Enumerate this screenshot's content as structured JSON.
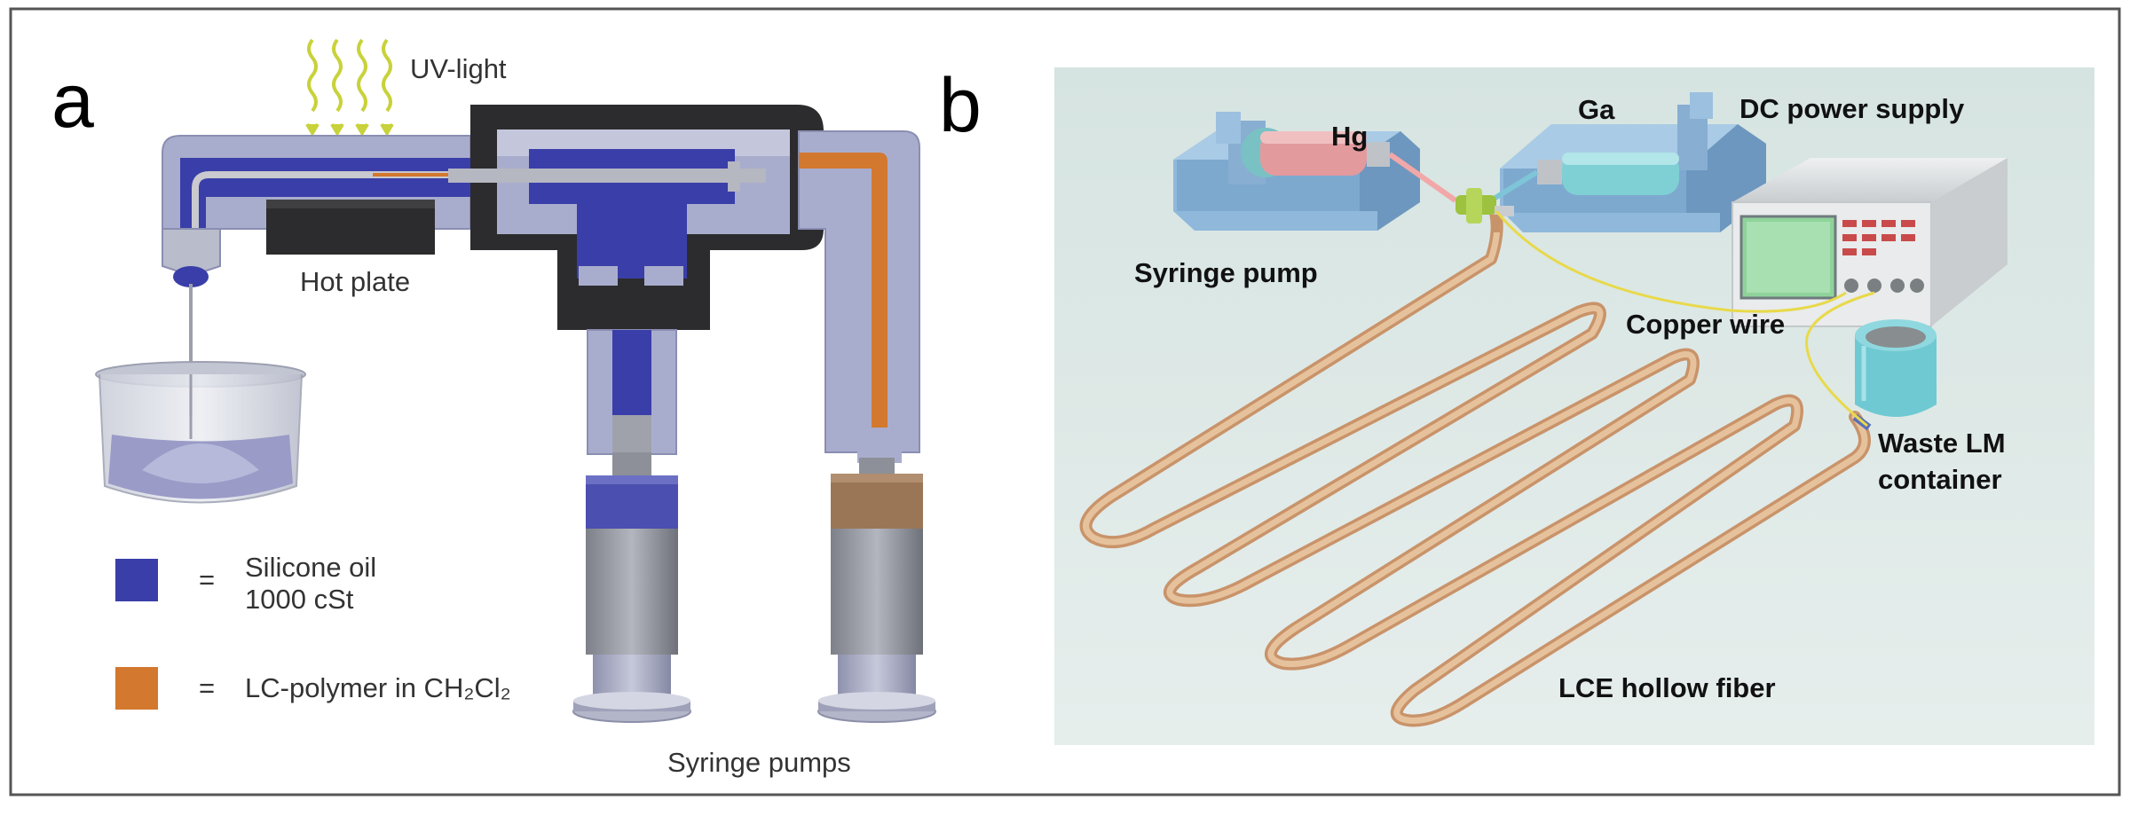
{
  "panel_a": {
    "letter": "a",
    "uv_label": "UV-light",
    "hot_plate_label": "Hot plate",
    "pumps_label": "Syringe pumps",
    "legend": [
      {
        "line1": "Silicone oil",
        "line2": "1000 cSt",
        "color": "#3a3ea8"
      },
      {
        "line1": "LC-polymer in CH₂Cl₂",
        "line2": "",
        "color": "#d2782f"
      }
    ],
    "equals_sign": "="
  },
  "panel_b": {
    "letter": "b",
    "hg_label": "Hg",
    "ga_label": "Ga",
    "dc_label": "DC power supply",
    "syringe_pump_label": "Syringe pump",
    "copper_wire_label": "Copper wire",
    "waste_line1": "Waste LM",
    "waste_line2": "container",
    "fiber_label": "LCE hollow fiber"
  },
  "colors": {
    "silicone_oil": "#3a3ea8",
    "lc_polymer": "#d2782f",
    "frame": "#9aa0c4",
    "housing": "#2c2c2e",
    "fiber": "#d9ac7f",
    "scene_bg": "#dfe9e6",
    "pump_blue": "#8fb8db"
  }
}
